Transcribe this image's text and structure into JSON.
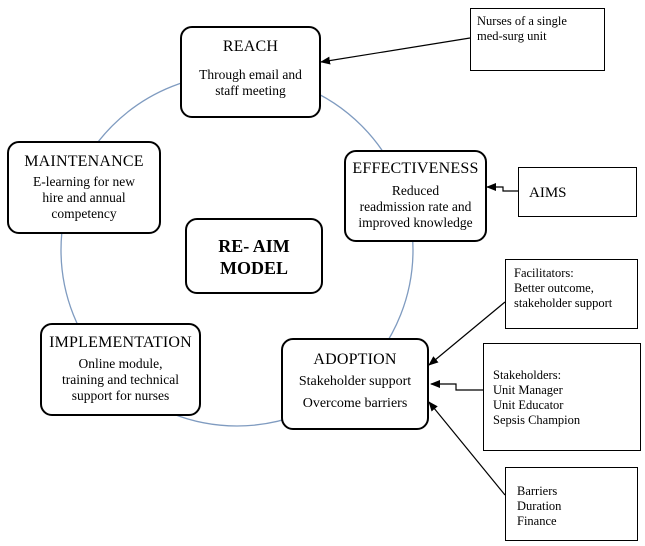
{
  "center": {
    "title_line1": "RE- AIM",
    "title_line2": "MODEL"
  },
  "reach": {
    "title": "REACH",
    "line1": "Through email and",
    "line2": "staff meeting"
  },
  "effectiveness": {
    "title": "EFFECTIVENESS",
    "line1": "Reduced",
    "line2": "readmission rate and",
    "line3": "improved knowledge"
  },
  "adoption": {
    "title": "ADOPTION",
    "line1": "Stakeholder support",
    "line2": "Overcome barriers"
  },
  "implementation": {
    "title": "IMPLEMENTATION",
    "line1": "Online module,",
    "line2": "training and technical",
    "line3": "support for nurses"
  },
  "maintenance": {
    "title": "MAINTENANCE",
    "line1": "E-learning for new",
    "line2": "hire and annual",
    "line3": "competency"
  },
  "nurses": {
    "line1": "Nurses of a single",
    "line2": "med-surg unit"
  },
  "aims": {
    "label": "AIMS"
  },
  "facilitators": {
    "line1": "Facilitators:",
    "line2": "Better outcome,",
    "line3": "stakeholder support"
  },
  "stakeholders": {
    "line1": "Stakeholders:",
    "line2": "Unit Manager",
    "line3": "Unit Educator",
    "line4": "Sepsis Champion"
  },
  "barriers": {
    "line1": "Barriers",
    "line2": "Duration",
    "line3": "Finance"
  }
}
